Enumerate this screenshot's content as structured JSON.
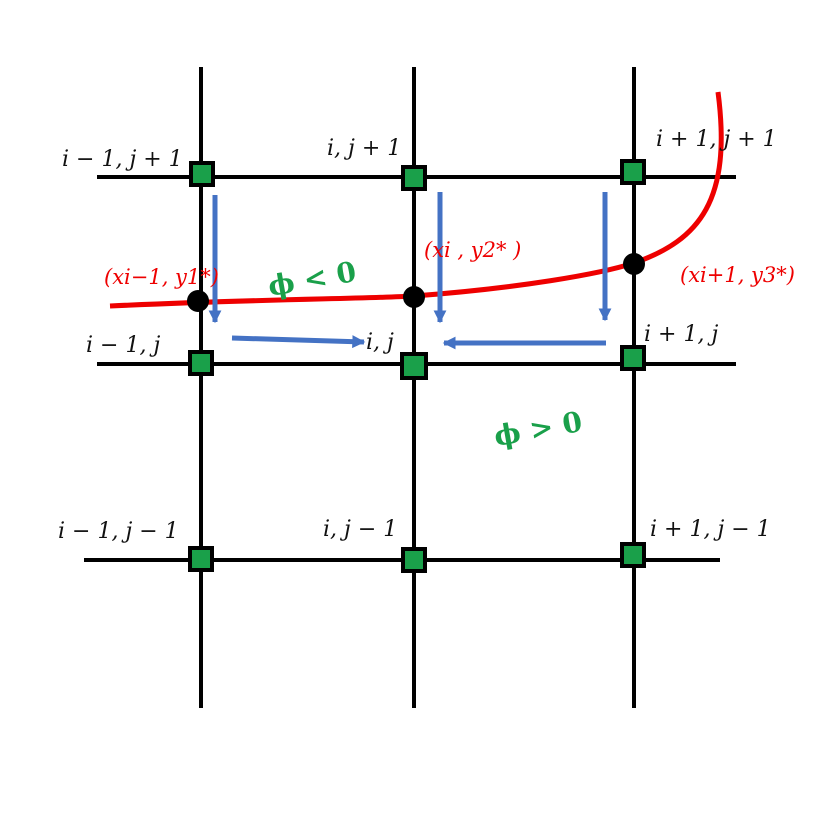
{
  "diagram": {
    "node_labels": {
      "top_left": "i − 1, j + 1",
      "top_mid": "i, j + 1",
      "top_right": "i + 1, j + 1",
      "mid_left": "i − 1, j",
      "mid_mid": "i, j",
      "mid_right": "i + 1, j",
      "bot_left": "i − 1, j − 1",
      "bot_mid": "i, j − 1",
      "bot_right": "i + 1, j − 1"
    },
    "interface_points": {
      "p1": "(xi−1, y1*)",
      "p2": "(xi , y2* )",
      "p3": "(xi+1, y3*)"
    },
    "regions": {
      "negative": "ϕ < 0",
      "positive": "ϕ > 0"
    },
    "colors": {
      "grid_line": "#000000",
      "node_fill": "#1aa04a",
      "interface_curve": "#ee0000",
      "arrow": "#4472c4",
      "phi_text": "#1aa04a",
      "point_text": "#ee0000"
    }
  }
}
